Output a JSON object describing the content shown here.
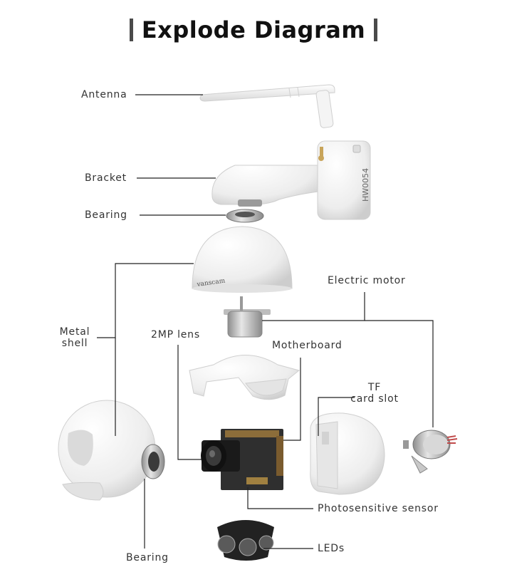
{
  "title": "Explode Diagram",
  "brand_mark": "vanscam",
  "model_mark": "HW0054",
  "labels": {
    "antenna": "Antenna",
    "bracket": "Bracket",
    "bearing_top": "Bearing",
    "metal_shell_line1": "Metal",
    "metal_shell_line2": "shell",
    "electric_motor": "Electric motor",
    "lens": "2MP lens",
    "motherboard": "Motherboard",
    "tf_line1": "TF",
    "tf_line2": "card slot",
    "photosensitive_sensor": "Photosensitive sensor",
    "bearing_bottom": "Bearing",
    "leds": "LEDs"
  },
  "colors": {
    "background": "#ffffff",
    "leader_line": "#222222",
    "part_white": "#f2f2f2",
    "part_shadow": "#cfcfcf",
    "metal": "#b9b9b9",
    "pcb": "#2a2a2a",
    "label_text": "#333333"
  }
}
